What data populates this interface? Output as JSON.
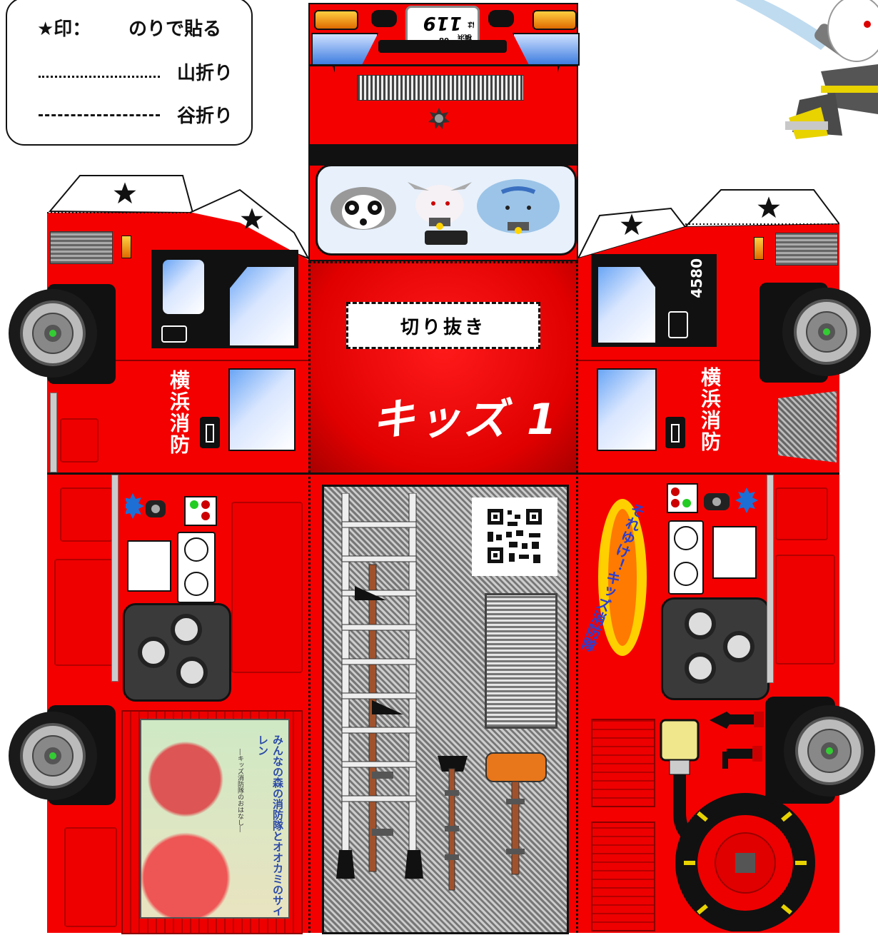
{
  "legend": {
    "glue_mark": "★印：",
    "glue_text": "のりで貼る",
    "mountain_fold": "山折り",
    "valley_fold": "谷折り"
  },
  "plate": {
    "number": "119",
    "region": "横浜",
    "class": "08",
    "kana": "は"
  },
  "center": {
    "cutout_label": "切り抜き",
    "vehicle_name": "キッズ 1"
  },
  "side_left": {
    "station": "横浜消防"
  },
  "side_right": {
    "station": "横浜消防",
    "unit_number": "4580"
  },
  "promo": {
    "text": "それゆけ！キッズ消防隊"
  },
  "book": {
    "title": "みんなの森の消防隊とオオカミのサイレン",
    "subtitle": "―キッズ消防隊のおはなし―"
  },
  "colors": {
    "truck_red": "#f40000",
    "dark": "#111111",
    "window_blue": "#6aa6f5"
  },
  "icons": [
    "star-icon",
    "wheel-icon",
    "ladder-icon",
    "qr-code-icon",
    "axe-icon",
    "mallet-icon",
    "hose-reel-icon",
    "firefighter-illustration",
    "gauge-icon",
    "nozzle-icon"
  ]
}
